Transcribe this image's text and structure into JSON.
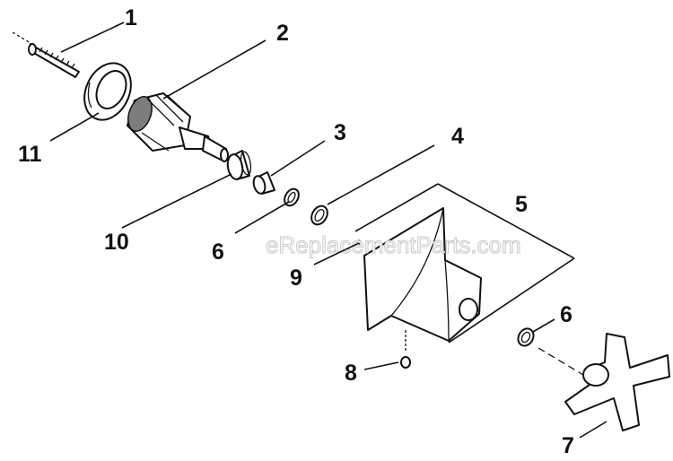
{
  "watermark": "eReplacementParts.com",
  "callouts": {
    "p1": "1",
    "p2": "2",
    "p3": "3",
    "p4": "4",
    "p5": "5",
    "p6a": "6",
    "p6b": "6",
    "p7": "7",
    "p8": "8",
    "p9": "9",
    "p10": "10",
    "p11": "11"
  }
}
